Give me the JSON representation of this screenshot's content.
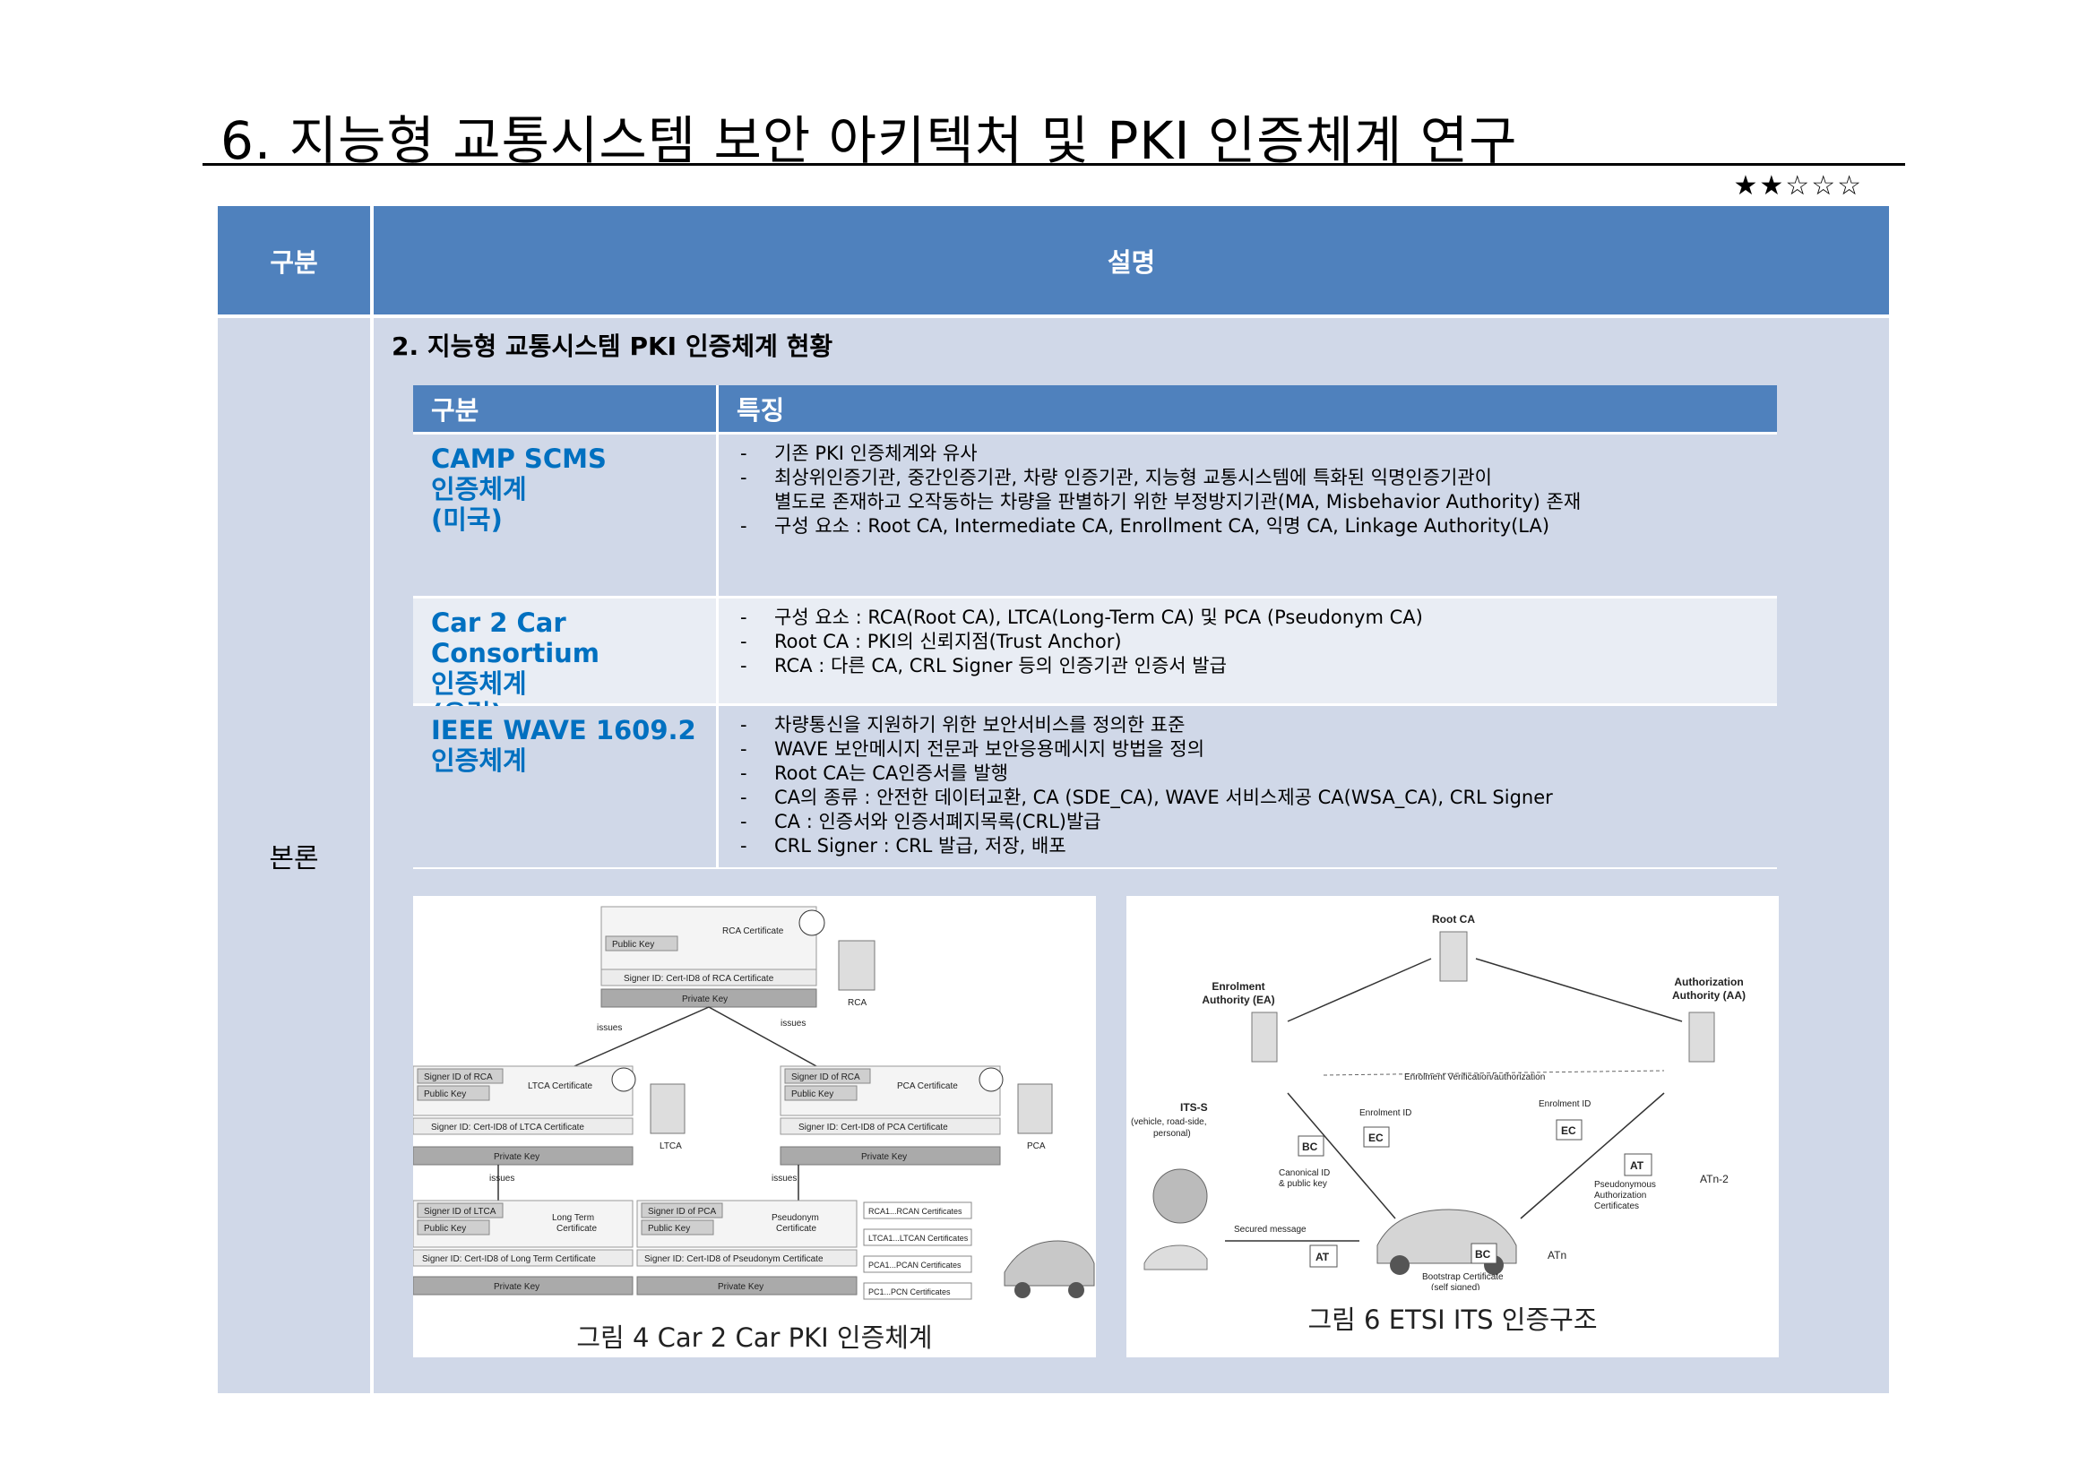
{
  "page": {
    "title": "6. 지능형 교통시스템 보안 아키텍처 및 PKI 인증체계 연구",
    "rating": "★★☆☆☆"
  },
  "outer_table": {
    "col1_header": "구분",
    "col2_header": "설명",
    "row_label": "본론",
    "section_heading": "2. 지능형 교통시스템 PKI 인증체계 현황"
  },
  "inner_table": {
    "headers": [
      "구분",
      "특징"
    ],
    "rows": [
      {
        "name_lines": [
          "CAMP SCMS",
          "인증체계",
          "(미국)"
        ],
        "bullets": [
          "기존 PKI 인증체계와 유사",
          "최상위인증기관, 중간인증기관, 차량 인증기관, 지능형 교통시스템에 특화된 익명인증기관이",
          "별도로 존재하고 오작동하는 차량을 판별하기 위한 부정방지기관(MA, Misbehavior Authority) 존재",
          "구성 요소  : Root CA, Intermediate CA, Enrollment CA, 익명 CA, Linkage Authority(LA)"
        ]
      },
      {
        "name_lines": [
          "Car 2 Car Consortium",
          "인증체계",
          "(유럽)"
        ],
        "bullets": [
          "구성 요소 : RCA(Root CA), LTCA(Long-Term CA) 및 PCA (Pseudonym CA)",
          "Root CA : PKI의 신뢰지점(Trust Anchor)",
          "RCA : 다른 CA, CRL Signer 등의 인증기관 인증서 발급"
        ]
      },
      {
        "name_lines": [
          "IEEE WAVE 1609.2",
          "인증체계"
        ],
        "bullets": [
          "차량통신을 지원하기 위한 보안서비스를 정의한 표준",
          "WAVE 보안메시지 전문과 보안응용메시지 방법을 정의",
          "Root CA는 CA인증서를 발행",
          "CA의 종류 :  안전한 데이터교환, CA (SDE_CA), WAVE 서비스제공 CA(WSA_CA), CRL Signer",
          "CA : 인증서와 인증서폐지목록(CRL)발급",
          "CRL Signer :  CRL 발급, 저장, 배포"
        ]
      }
    ]
  },
  "figure4": {
    "caption": "그림 4 Car 2 Car PKI 인증체계",
    "rca_cert": "RCA Certificate",
    "public_key": "Public Key",
    "rca_signer": "Signer ID: Cert-ID8 of RCA Certificate",
    "private_key": "Private Key",
    "rca": "RCA",
    "issues": "issues",
    "signer_rca": "Signer ID of RCA",
    "ltca_cert": "LTCA Certificate",
    "ltca_signer": "Signer ID: Cert-ID8 of LTCA Certificate",
    "ltca": "LTCA",
    "pca_cert": "PCA Certificate",
    "pca_signer": "Signer ID: Cert-ID8 of PCA Certificate",
    "pca": "PCA",
    "signer_ltca": "Signer ID of LTCA",
    "lt_cert_1": "Long Term",
    "lt_cert_2": "Certificate",
    "lt_signer": "Signer ID: Cert-ID8 of Long Term Certificate",
    "signer_pca": "Signer ID of PCA",
    "ps_cert_1": "Pseudonym",
    "ps_cert_2": "Certificate",
    "ps_signer": "Signer ID: Cert-ID8 of Pseudonym Certificate",
    "stack": [
      "RCA1...RCAN Certificates",
      "LTCA1...LTCAN Certificates",
      "PCA1...PCAN Certificates",
      "PC1...PCN Certificates"
    ]
  },
  "figure6": {
    "caption": "그림 6 ETSI ITS 인증구조",
    "root_ca": "Root CA",
    "ea_1": "Enrolment",
    "ea_2": "Authority (EA)",
    "aa_1": "Authorization",
    "aa_2": "Authority (AA)",
    "verif": "Enrolment Verification/authorization",
    "its_1": "ITS-S",
    "its_2": "(vehicle, road-side,",
    "its_3": "personal)",
    "enrol_id_1": "Enrolment ID",
    "enrol_id_2": "Enrolment ID",
    "bc": "BC",
    "ec": "EC",
    "at": "AT",
    "canon_1": "Canonical ID",
    "canon_2": "& public key",
    "pseudo_1": "Pseudonymous",
    "pseudo_2": "Authorization",
    "pseudo_3": "Certificates",
    "secured": "Secured message",
    "boot_1": "Bootstrap Certificate",
    "boot_2": "(self signed)",
    "at_n2": "ATn-2",
    "at_n": "ATn"
  }
}
